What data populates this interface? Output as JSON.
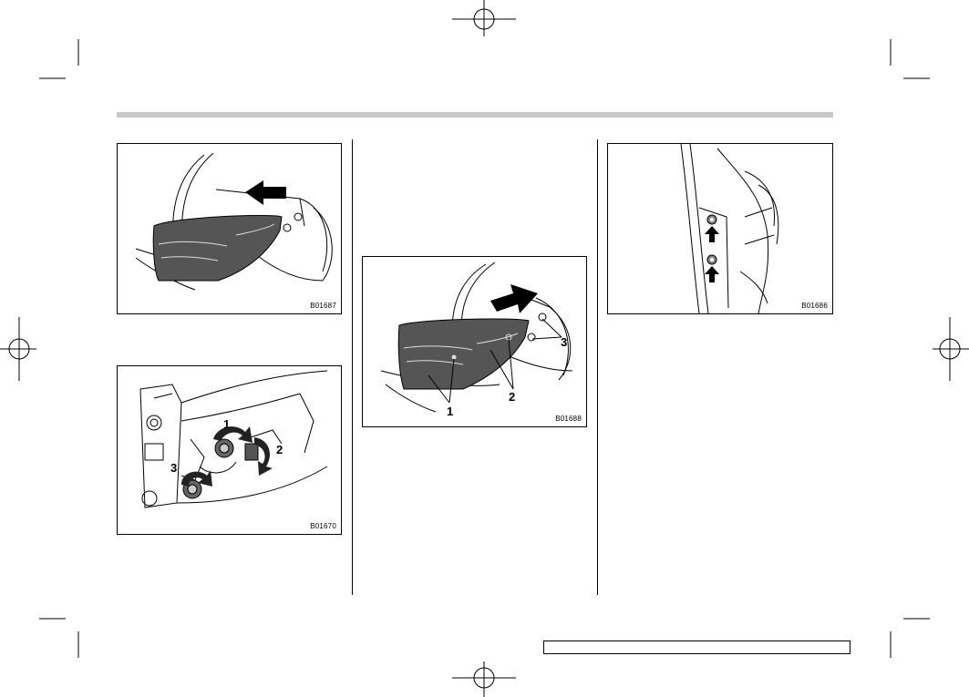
{
  "page": {
    "footer_box_text": ""
  },
  "figures": [
    {
      "id": "fig1",
      "code": "B01687"
    },
    {
      "id": "fig2",
      "code": "B01670",
      "callouts": [
        "1",
        "2",
        "3"
      ]
    },
    {
      "id": "fig3",
      "code": "B01688",
      "callouts": [
        "1",
        "2",
        "3"
      ]
    },
    {
      "id": "fig4",
      "code": "B01686"
    }
  ]
}
